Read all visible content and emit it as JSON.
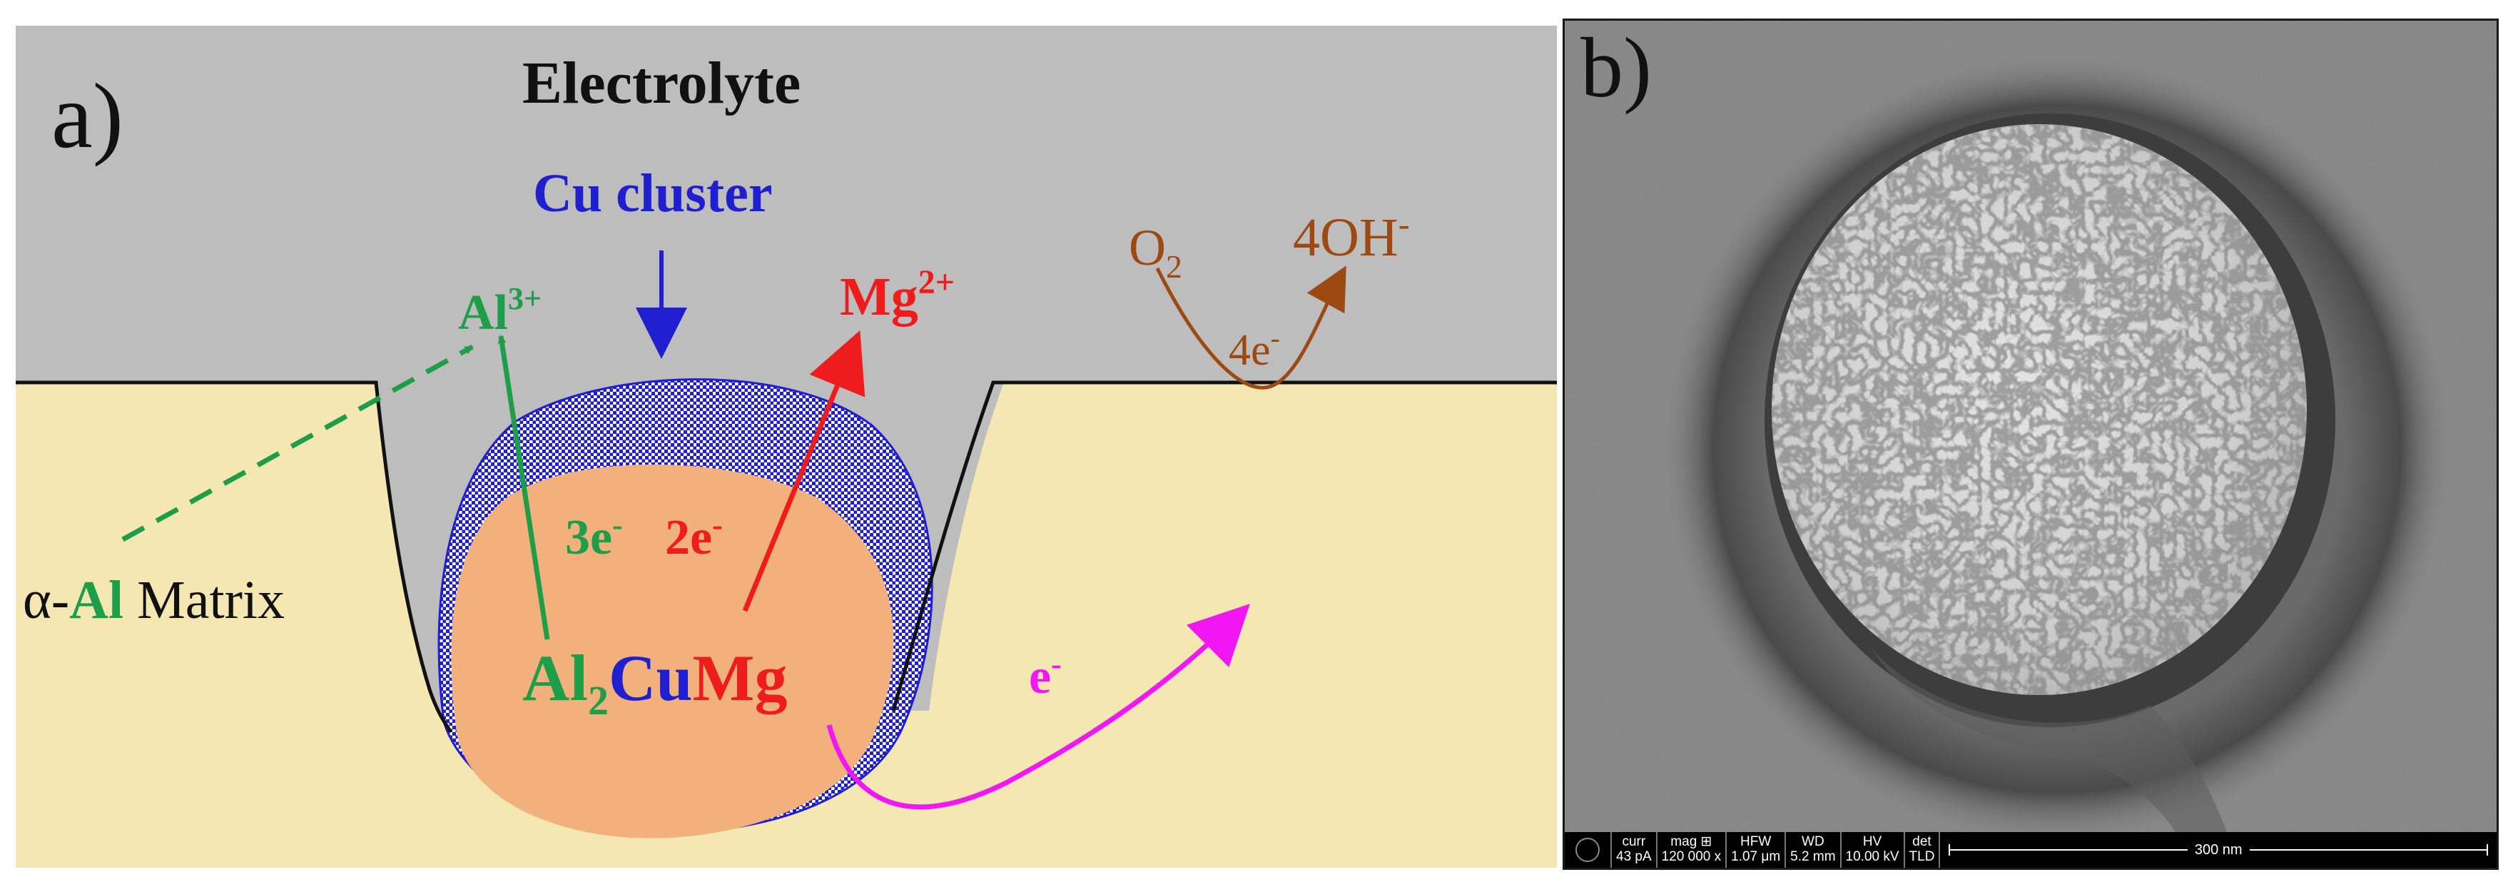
{
  "panel_a": {
    "label": "a)",
    "electrolyte": "Electrolyte",
    "cu_cluster": "Cu cluster",
    "al_ion": {
      "base": "Al",
      "sup": "3+"
    },
    "mg_ion": {
      "base": "Mg",
      "sup": "2+"
    },
    "o2": {
      "base": "O",
      "sub": "2"
    },
    "hydroxide": {
      "base": "4OH",
      "sup": "-"
    },
    "four_e": {
      "base": "4e",
      "sup": "-"
    },
    "three_e": {
      "base": "3e",
      "sup": "-"
    },
    "two_e": {
      "base": "2e",
      "sup": "-"
    },
    "e_minus": {
      "base": "e",
      "sup": "-"
    },
    "matrix": {
      "alpha": "α-",
      "al": "Al",
      "rest": " Matrix"
    },
    "compound": {
      "al": "Al",
      "sub": "2",
      "cu": "Cu",
      "mg": "Mg"
    },
    "colors": {
      "electrolyte_bg": "#bdbdbd",
      "matrix_bg": "#f4e7b2",
      "particle": "#f2b07c",
      "cu_blue": "#1f1fd0",
      "al_green": "#1f9e4a",
      "mg_red": "#ee1c1c",
      "oxygen_brown": "#9c4a12",
      "electron_magenta": "#f217f2"
    }
  },
  "panel_b": {
    "label": "b)",
    "databar": {
      "curr_label": "curr",
      "curr_value": "43 pA",
      "mag_label": "mag ⊞",
      "mag_value": "120 000 x",
      "hfw_label": "HFW",
      "hfw_value": "1.07 μm",
      "wd_label": "WD",
      "wd_value": "5.2 mm",
      "hv_label": "HV",
      "hv_value": "10.00 kV",
      "det_label": "det",
      "det_value": "TLD",
      "scale_bar": "300 nm"
    }
  }
}
